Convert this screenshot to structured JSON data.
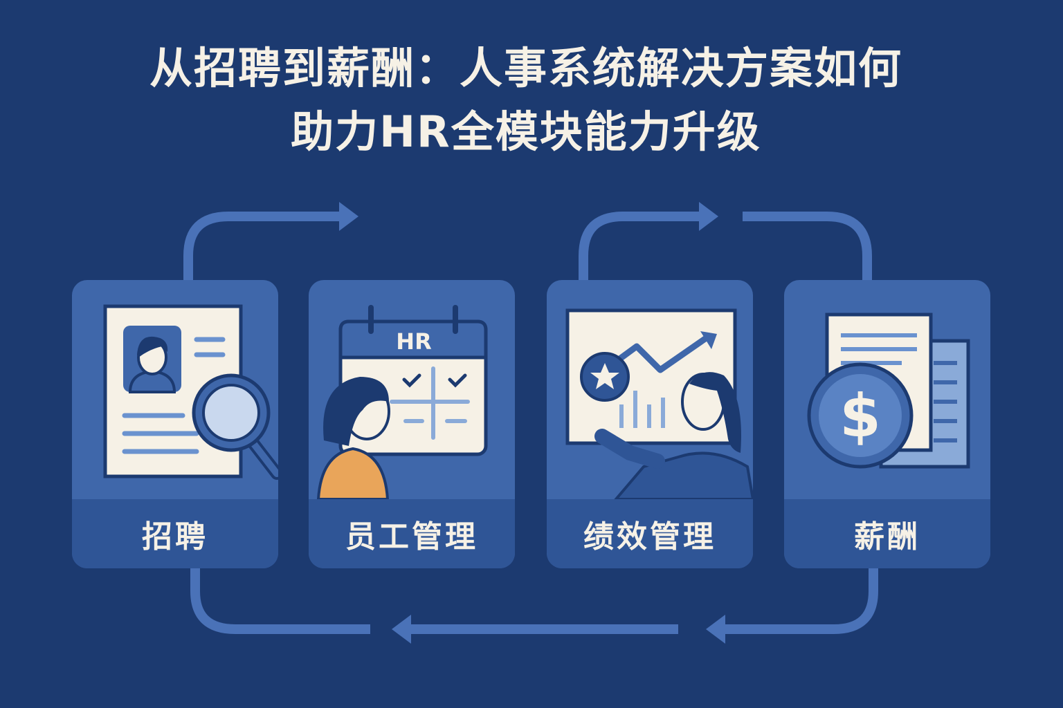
{
  "title": {
    "line1": "从招聘到薪酬：人事系统解决方案如何",
    "line2": "助力HR全模块能力升级"
  },
  "modules": [
    {
      "label": "招聘",
      "icon": "resume-magnifier-icon"
    },
    {
      "label": "员工管理",
      "icon": "hr-calendar-icon",
      "calendar_text": "HR"
    },
    {
      "label": "绩效管理",
      "icon": "performance-chart-icon"
    },
    {
      "label": "薪酬",
      "icon": "salary-dollar-icon",
      "symbol": "$"
    }
  ],
  "colors": {
    "background": "#1c3a70",
    "card": "#3f67aa",
    "card_band": "#2f5596",
    "arrow": "#4a72b8",
    "paper": "#f6f1e6"
  }
}
